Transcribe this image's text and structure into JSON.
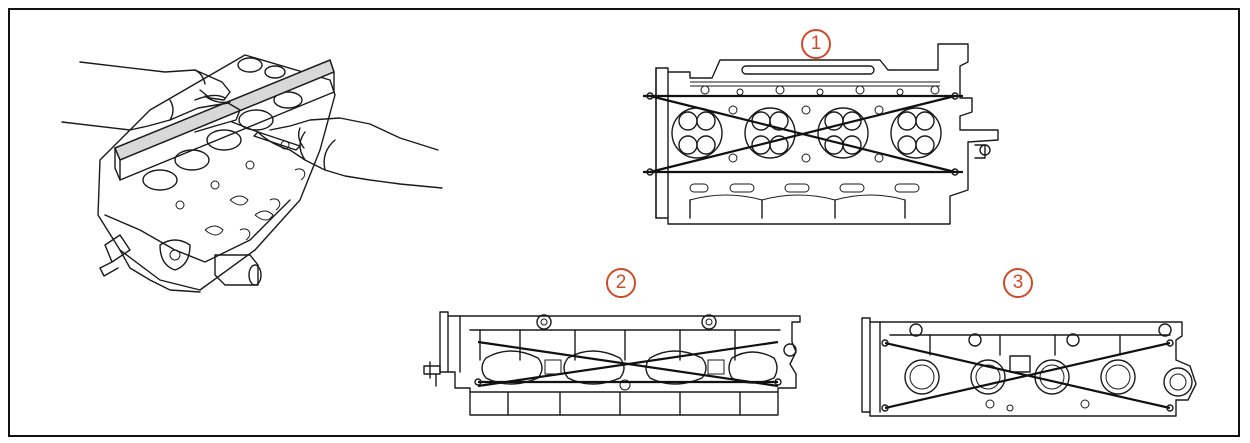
{
  "callouts": [
    {
      "id": "1",
      "label": "1"
    },
    {
      "id": "2",
      "label": "2"
    },
    {
      "id": "3",
      "label": "3"
    }
  ],
  "colors": {
    "callout": "#d04a2a",
    "line": "#1a1a1a",
    "frame": "#111111"
  },
  "views": [
    {
      "name": "cylinder-head-flatness-check-illustration"
    },
    {
      "name": "cylinder-block-side-surface"
    },
    {
      "name": "intake-manifold-side-surface"
    },
    {
      "name": "exhaust-manifold-side-surface"
    }
  ]
}
